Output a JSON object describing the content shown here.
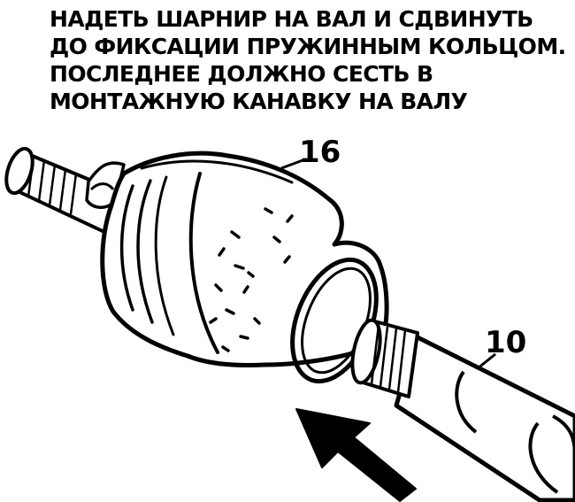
{
  "instruction": {
    "lines": [
      "НАДЕТЬ ШАРНИР НА ВАЛ И СДВИНУТЬ",
      "ДО ФИКСАЦИИ ПРУЖИННЫМ КОЛЬЦОМ.",
      "ПОСЛЕДНЕЕ ДОЛЖНО СЕСТЬ В",
      "МОНТАЖНУЮ КАНАВКУ НА ВАЛУ"
    ]
  },
  "callouts": {
    "joint": "16",
    "shaft": "10"
  },
  "colors": {
    "ink": "#000000",
    "paper": "#ffffff"
  }
}
